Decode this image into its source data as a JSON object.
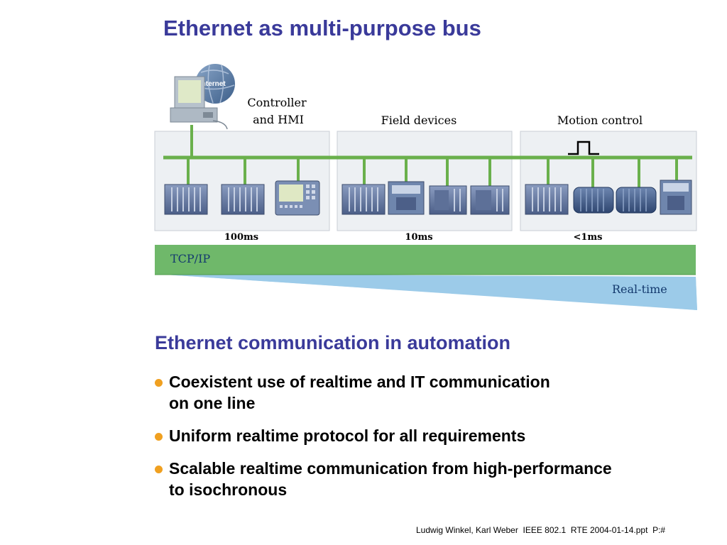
{
  "title": "Ethernet as multi-purpose bus",
  "diagram": {
    "internet_label": "Internet",
    "zones": [
      {
        "label_line1": "Controller",
        "label_line2": "and HMI",
        "cycle": "100ms"
      },
      {
        "label_line1": "Field devices",
        "label_line2": "",
        "cycle": "10ms"
      },
      {
        "label_line1": "Motion control",
        "label_line2": "",
        "cycle": "<1ms"
      }
    ],
    "tcp_label": "TCP/IP",
    "realtime_label": "Real-time",
    "colors": {
      "bus": "#6ab04c",
      "tcp_band": "#6fb86a",
      "realtime_band": "#a8d4ee",
      "zone_bg": "#edf0f3"
    }
  },
  "section": {
    "title": "Ethernet communication in automation",
    "bullets": [
      {
        "line1": "Coexistent use of realtime and IT communication",
        "line2": "on one line"
      },
      {
        "line1": "Uniform realtime protocol for all requirements",
        "line2": ""
      },
      {
        "line1": "Scalable realtime communication from high-performance",
        "line2": "to isochronous"
      }
    ]
  },
  "footer": "Ludwig Winkel, Karl Weber  IEEE 802.1  RTE 2004-01-14.ppt  P:#"
}
